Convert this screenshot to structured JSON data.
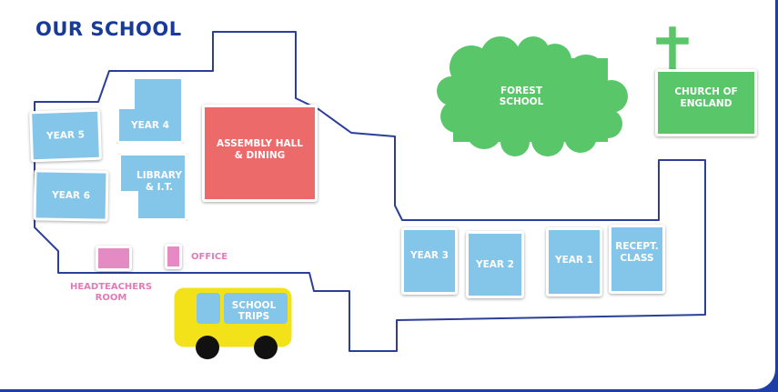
{
  "title": "OUR SCHOOL",
  "colors": {
    "background_frame": "#1f3fa8",
    "path": "#2b3f9a",
    "classroom": "#83c6e9",
    "hall": "#ec6a6a",
    "green_area": "#5ac66a",
    "office": "#e68ac4",
    "bus": "#f3e21a"
  },
  "rooms": {
    "year5": "YEAR 5",
    "year4": "YEAR 4",
    "year6": "YEAR 6",
    "library": "LIBRARY\n& I.T.",
    "assembly": "ASSEMBLY HALL\n& DINING",
    "year3": "YEAR 3",
    "year2": "YEAR 2",
    "year1": "YEAR 1",
    "reception": "RECEPT.\nCLASS"
  },
  "forest": "FOREST\nSCHOOL",
  "church": "CHURCH OF\nENGLAND",
  "office": "OFFICE",
  "headteacher": "HEADTEACHERS\nROOM",
  "bus": "SCHOOL\nTRIPS"
}
